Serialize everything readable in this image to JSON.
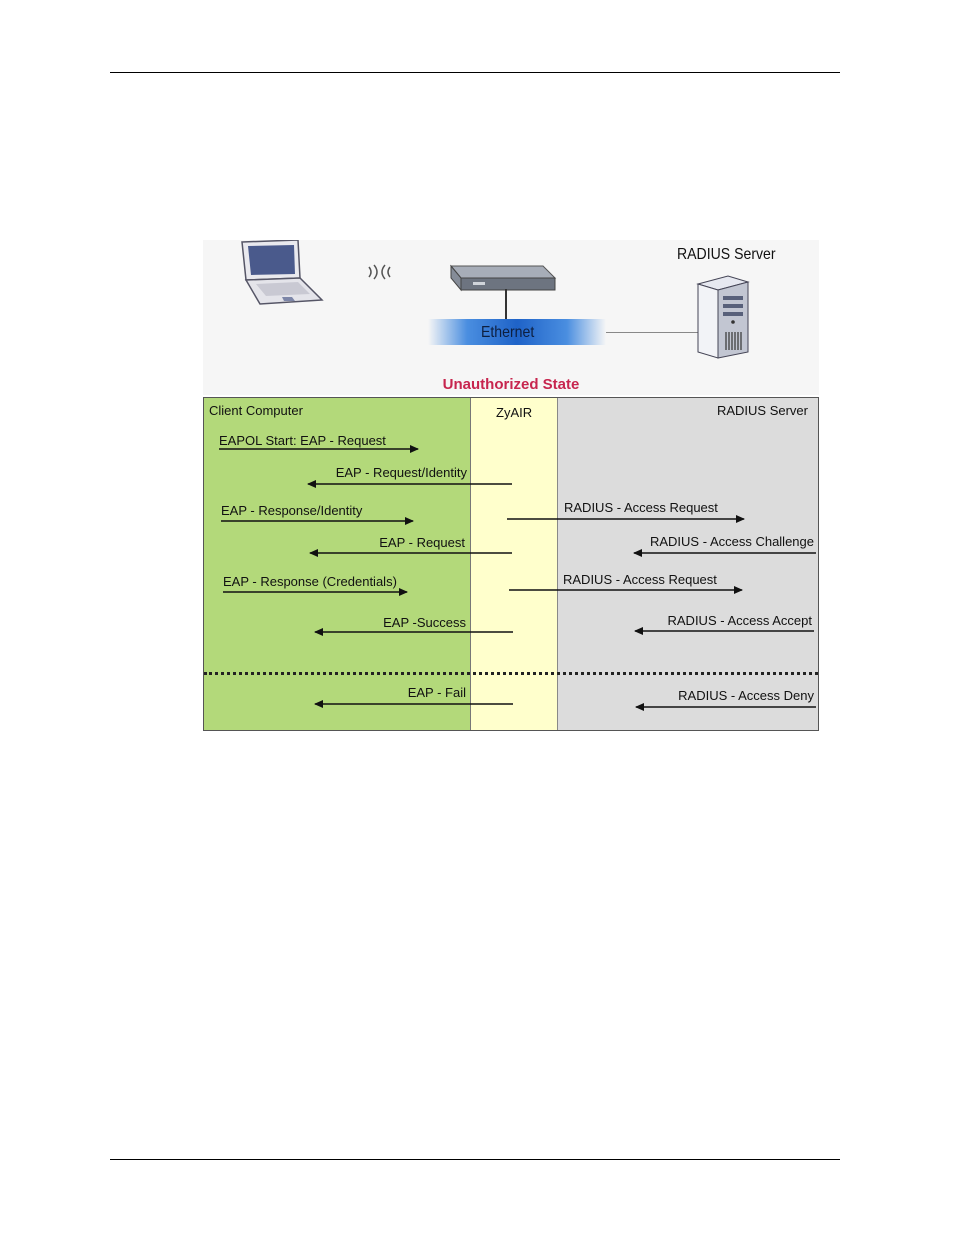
{
  "network": {
    "server_label": "RADIUS Server",
    "ethernet_label": "Ethernet"
  },
  "diagram": {
    "state_title": "Unauthorized State",
    "columns": {
      "client": "Client Computer",
      "zyair": "ZyAIR",
      "radius": "RADIUS Server"
    },
    "messages": [
      {
        "id": "m1",
        "label": "EAPOL Start:  EAP - Request",
        "direction": "right",
        "lane": "client-zyair"
      },
      {
        "id": "m2",
        "label": "EAP - Request/Identity",
        "direction": "left",
        "lane": "zyair-client"
      },
      {
        "id": "m3",
        "label": "EAP - Response/Identity",
        "direction": "right",
        "lane": "client-zyair"
      },
      {
        "id": "m4",
        "label": "RADIUS - Access Request",
        "direction": "right",
        "lane": "zyair-radius"
      },
      {
        "id": "m5",
        "label": "EAP - Request",
        "direction": "left",
        "lane": "zyair-client"
      },
      {
        "id": "m6",
        "label": "RADIUS - Access Challenge",
        "direction": "left",
        "lane": "radius-zyair"
      },
      {
        "id": "m7",
        "label": "EAP - Response (Credentials)",
        "direction": "right",
        "lane": "client-zyair"
      },
      {
        "id": "m8",
        "label": "RADIUS - Access Request",
        "direction": "right",
        "lane": "zyair-radius"
      },
      {
        "id": "m9",
        "label": "EAP -Success",
        "direction": "left",
        "lane": "zyair-client"
      },
      {
        "id": "m10",
        "label": "RADIUS - Access Accept",
        "direction": "left",
        "lane": "radius-zyair"
      },
      {
        "id": "m11",
        "label": "EAP - Fail",
        "direction": "left",
        "lane": "zyair-client"
      },
      {
        "id": "m12",
        "label": "RADIUS - Access Deny",
        "direction": "left",
        "lane": "radius-zyair"
      }
    ]
  },
  "colors": {
    "client_lane": "#b3d97a",
    "zyair_lane": "#ffffcc",
    "radius_lane": "#dcdcdc",
    "title": "#c7254e",
    "ethernet": "#1f63c8"
  }
}
